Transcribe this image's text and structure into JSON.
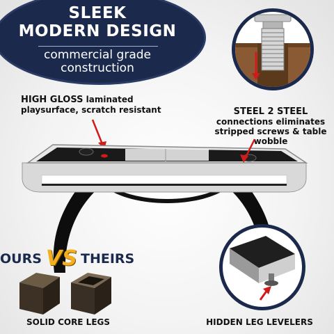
{
  "headline": {
    "line1": "SLEEK",
    "line2": "MODERN DESIGN",
    "sub_line1": "commercial grade",
    "sub_line2": "construction"
  },
  "callouts": {
    "gloss_strong": "HIGH GLOSS",
    "gloss_rest_1": " laminated",
    "gloss_rest_2": "playsurface, scratch resistant",
    "steel_strong": "STEEL 2 STEEL",
    "steel_rest_1": "connections eliminates",
    "steel_rest_2": "stripped screws & table",
    "steel_rest_3": "wobble"
  },
  "comparison": {
    "ours": "OURS",
    "vs": "VS",
    "theirs": "THEIRS",
    "legs_caption": "SOLID CORE LEGS"
  },
  "levelers": {
    "caption": "HIDDEN LEG LEVELERS"
  },
  "colors": {
    "navy": "#1b2a4c",
    "accent_gold": "#f2b01e",
    "arrow_red": "#d11a1a"
  },
  "icons": [
    "bolt-detail-icon",
    "leg-leveler-icon",
    "red-arrow-icon"
  ]
}
